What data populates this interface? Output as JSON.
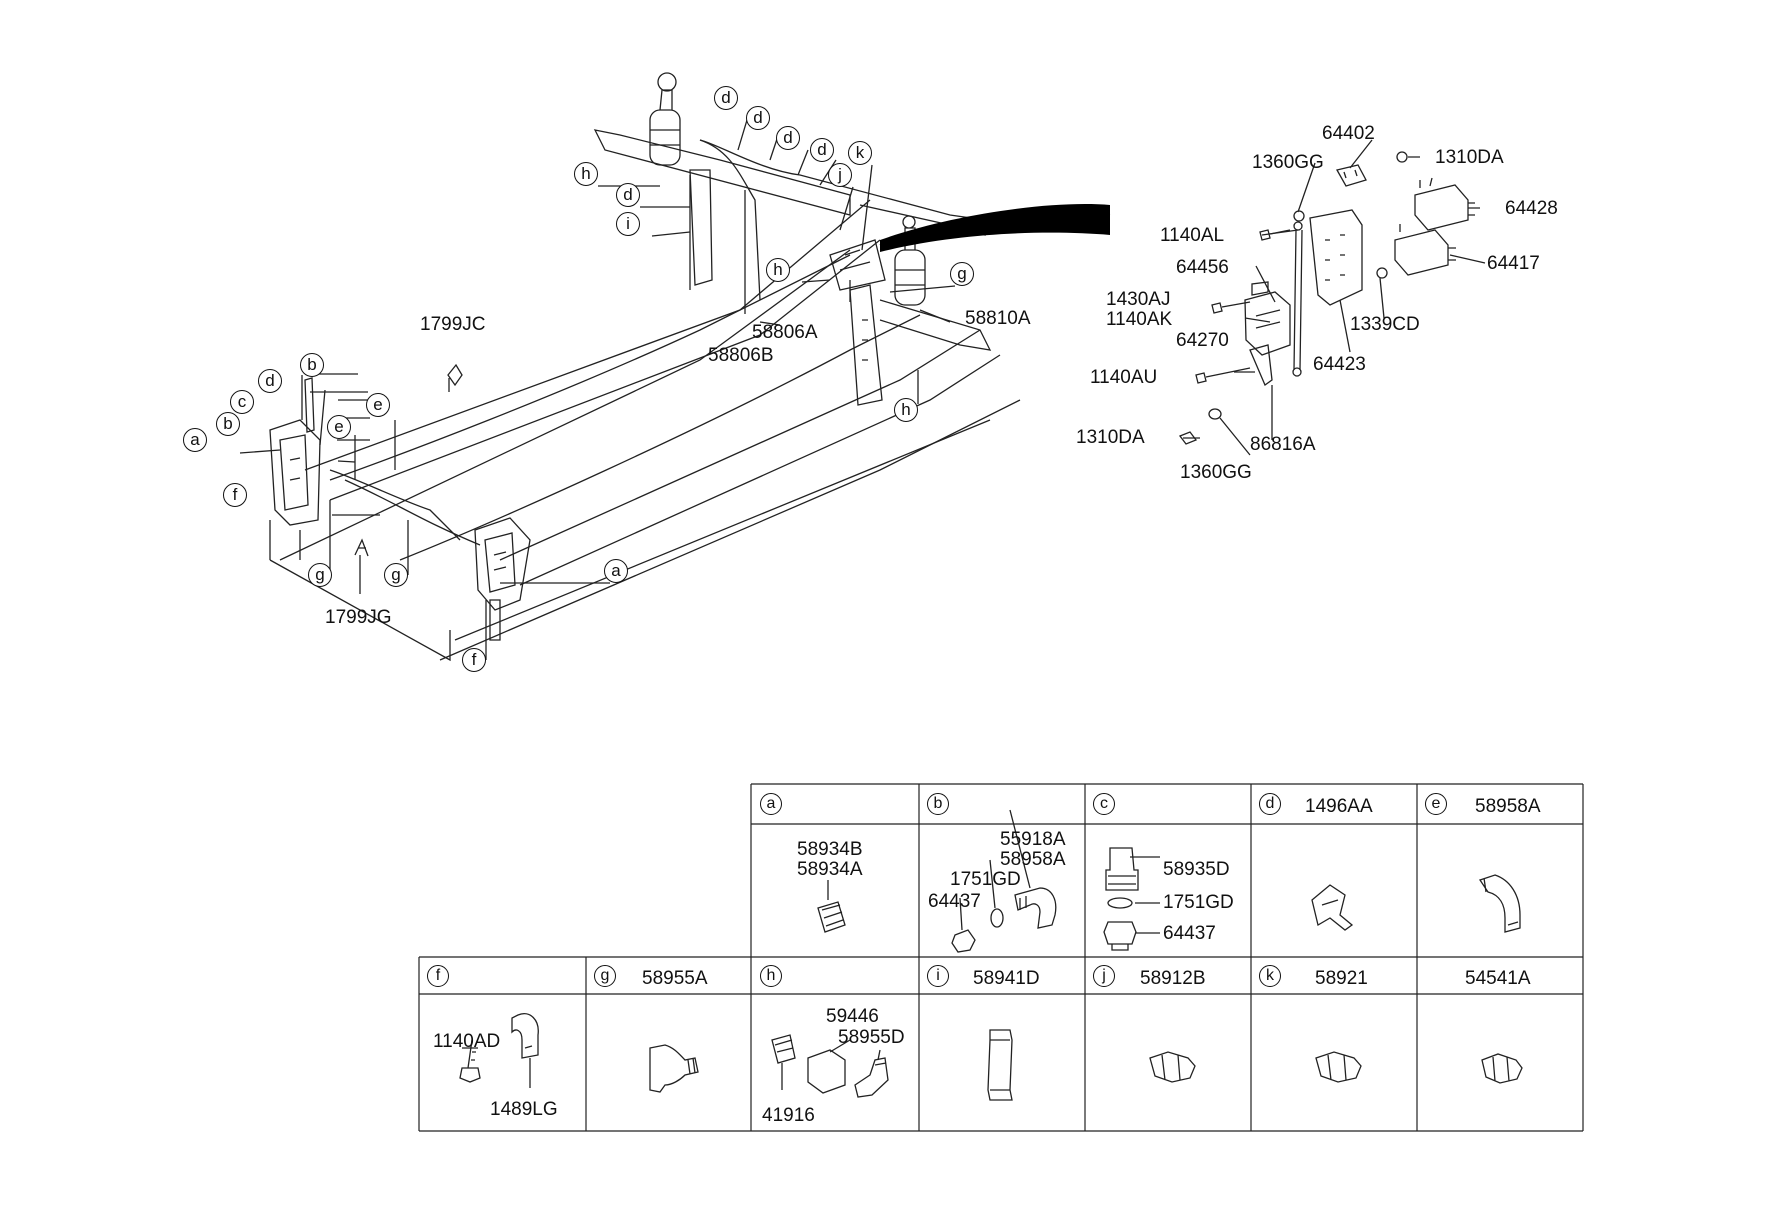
{
  "main_diagram": {
    "callouts": [
      {
        "id": "h1",
        "text": "h"
      },
      {
        "id": "d1",
        "text": "d"
      },
      {
        "id": "i1",
        "text": "i"
      },
      {
        "id": "d2",
        "text": "d"
      },
      {
        "id": "d3",
        "text": "d"
      },
      {
        "id": "d4",
        "text": "d"
      },
      {
        "id": "d5",
        "text": "d"
      },
      {
        "id": "j1",
        "text": "j"
      },
      {
        "id": "k1",
        "text": "k"
      },
      {
        "id": "h2",
        "text": "h"
      },
      {
        "id": "g1",
        "text": "g"
      },
      {
        "id": "h3",
        "text": "h"
      },
      {
        "id": "b1",
        "text": "b"
      },
      {
        "id": "d6",
        "text": "d"
      },
      {
        "id": "c1",
        "text": "c"
      },
      {
        "id": "b2",
        "text": "b"
      },
      {
        "id": "a1",
        "text": "a"
      },
      {
        "id": "e1",
        "text": "e"
      },
      {
        "id": "e2",
        "text": "e"
      },
      {
        "id": "f1",
        "text": "f"
      },
      {
        "id": "g2",
        "text": "g"
      },
      {
        "id": "g3",
        "text": "g"
      },
      {
        "id": "a2",
        "text": "a"
      },
      {
        "id": "f2",
        "text": "f"
      }
    ],
    "part_labels": {
      "p1799jc": "1799JC",
      "p1799jg": "1799JG",
      "p58806a": "58806A",
      "p58806b": "58806B",
      "p58810a": "58810A"
    }
  },
  "valve_detail": {
    "labels": {
      "p64402": "64402",
      "p1310da_t": "1310DA",
      "p1360gg_t": "1360GG",
      "p64428": "64428",
      "p1140al": "1140AL",
      "p64417": "64417",
      "p64456": "64456",
      "p1430aj": "1430AJ",
      "p1140ak": "1140AK",
      "p1339cd": "1339CD",
      "p64270": "64270",
      "p64423": "64423",
      "p1140au": "1140AU",
      "p1310da_b": "1310DA",
      "p86816a": "86816A",
      "p1360gg_b": "1360GG"
    }
  },
  "legend": {
    "cells": [
      {
        "id": "a",
        "letter": "a",
        "title": "",
        "parts": [
          "58934B",
          "58934A"
        ]
      },
      {
        "id": "b",
        "letter": "b",
        "title": "",
        "parts": [
          "55918A",
          "58958A",
          "1751GD",
          "64437"
        ]
      },
      {
        "id": "c",
        "letter": "c",
        "title": "",
        "parts": [
          "58935D",
          "1751GD",
          "64437"
        ]
      },
      {
        "id": "d",
        "letter": "d",
        "title": "1496AA",
        "parts": []
      },
      {
        "id": "e",
        "letter": "e",
        "title": "58958A",
        "parts": []
      },
      {
        "id": "f",
        "letter": "f",
        "title": "",
        "parts": [
          "1140AD",
          "1489LG"
        ]
      },
      {
        "id": "g",
        "letter": "g",
        "title": "58955A",
        "parts": []
      },
      {
        "id": "h",
        "letter": "h",
        "title": "",
        "parts": [
          "59446",
          "58955D",
          "41916"
        ]
      },
      {
        "id": "i",
        "letter": "i",
        "title": "58941D",
        "parts": []
      },
      {
        "id": "j",
        "letter": "j",
        "title": "58912B",
        "parts": []
      },
      {
        "id": "k",
        "letter": "k",
        "title": "58921",
        "parts": []
      },
      {
        "id": "x",
        "letter": "",
        "title": "54541A",
        "parts": []
      }
    ]
  }
}
